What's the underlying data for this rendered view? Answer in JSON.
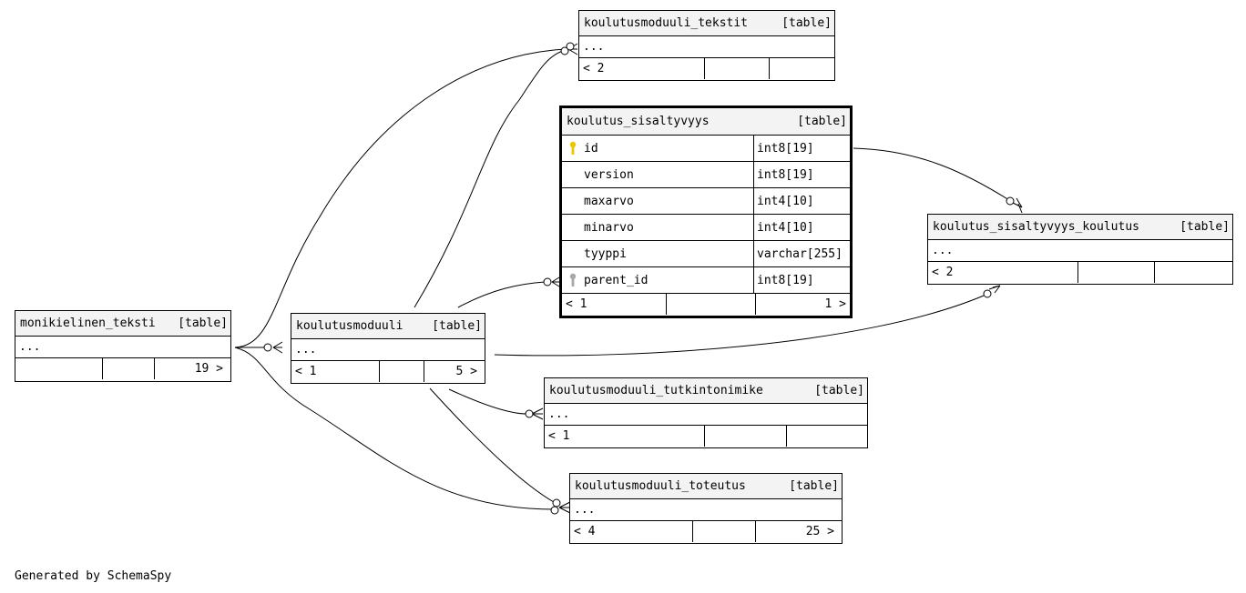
{
  "tables": {
    "tekstit": {
      "name": "koulutusmoduuli_tekstit",
      "kind": "[table]",
      "ellipsis": "...",
      "nav": [
        "< 2",
        "",
        ""
      ]
    },
    "sisaltyvyys": {
      "name": "koulutus_sisaltyvyys",
      "kind": "[table]",
      "columns": [
        {
          "name": "id",
          "type": "int8[19]",
          "key": "primary-key-icon"
        },
        {
          "name": "version",
          "type": "int8[19]",
          "key": ""
        },
        {
          "name": "maxarvo",
          "type": "int4[10]",
          "key": ""
        },
        {
          "name": "minarvo",
          "type": "int4[10]",
          "key": ""
        },
        {
          "name": "tyyppi",
          "type": "varchar[255]",
          "key": ""
        },
        {
          "name": "parent_id",
          "type": "int8[19]",
          "key": "foreign-key-icon"
        }
      ],
      "nav": [
        "< 1",
        "",
        "1 >"
      ]
    },
    "sis_koulutus": {
      "name": "koulutus_sisaltyvyys_koulutus",
      "kind": "[table]",
      "ellipsis": "...",
      "nav": [
        "< 2",
        "",
        ""
      ]
    },
    "monikielinen": {
      "name": "monikielinen_teksti",
      "kind": "[table]",
      "ellipsis": "...",
      "nav": [
        "",
        "",
        "19 >"
      ]
    },
    "koulutusmoduuli": {
      "name": "koulutusmoduuli",
      "kind": "[table]",
      "ellipsis": "...",
      "nav": [
        "< 1",
        "",
        "5 >"
      ]
    },
    "tutkintonimike": {
      "name": "koulutusmoduuli_tutkintonimike",
      "kind": "[table]",
      "ellipsis": "...",
      "nav": [
        "< 1",
        "",
        ""
      ]
    },
    "toteutus": {
      "name": "koulutusmoduuli_toteutus",
      "kind": "[table]",
      "ellipsis": "...",
      "nav": [
        "< 4",
        "",
        "25 >"
      ]
    }
  },
  "footer": "Generated by SchemaSpy",
  "colors": {
    "line": "#000000",
    "header_bg": "#f3f3f3",
    "primary_key": "#e8c800",
    "foreign_key": "#a8a8a8"
  }
}
